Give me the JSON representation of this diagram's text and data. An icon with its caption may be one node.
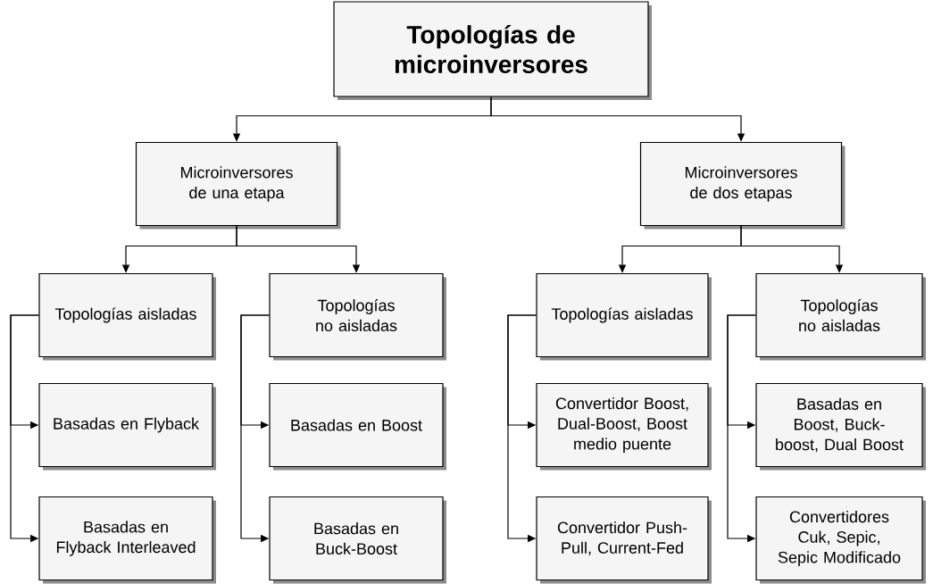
{
  "diagram": {
    "nodes": [
      {
        "text": [
          "Topologías de microinversores"
        ]
      },
      {
        "text": [
          "Microinversores de una etapa"
        ]
      },
      {
        "text": [
          "Microinversores de dos etapas"
        ]
      },
      {
        "text": [
          "Topologías aisladas"
        ]
      },
      {
        "text": [
          "Topologías no aisladas"
        ]
      },
      {
        "text": [
          "Basadas en Flyback"
        ]
      },
      {
        "text": [
          "Basadas en Flyback Interleaved"
        ]
      },
      {
        "text": [
          "Basadas en Boost"
        ]
      },
      {
        "text": [
          "Basadas en Buck-Boost"
        ]
      },
      {
        "text": [
          "Topologías aisladas"
        ]
      },
      {
        "text": [
          "Topologías no aisladas"
        ]
      },
      {
        "text": [
          "Convertidor Boost, Dual-Boost, Boost medio puente"
        ]
      },
      {
        "text": [
          "Convertidor Push-Pull, Current-Fed"
        ]
      },
      {
        "text": [
          "Basadas en Boost, Buck-boost, Dual Boost"
        ]
      },
      {
        "text": [
          "Convertidores Cuk, Sepic, Sepic Modificado"
        ]
      }
    ],
    "edges": [
      {
        "from": 0,
        "to": 1,
        "arrow": "to"
      },
      {
        "from": 0,
        "to": 2,
        "arrow": "to"
      },
      {
        "from": 1,
        "to": 3,
        "arrow": "to"
      },
      {
        "from": 1,
        "to": 4,
        "arrow": "to"
      },
      {
        "from": 2,
        "to": 9,
        "arrow": "to"
      },
      {
        "from": 2,
        "to": 10,
        "arrow": "to"
      },
      {
        "from": 3,
        "to": 5,
        "arrow": "to"
      },
      {
        "from": 3,
        "to": 6,
        "arrow": "to"
      },
      {
        "from": 4,
        "to": 7,
        "arrow": "to"
      },
      {
        "from": 4,
        "to": 8,
        "arrow": "to"
      },
      {
        "from": 9,
        "to": 11,
        "arrow": "to"
      },
      {
        "from": 9,
        "to": 12,
        "arrow": "to"
      },
      {
        "from": 10,
        "to": 13,
        "arrow": "to"
      },
      {
        "from": 10,
        "to": 14,
        "arrow": "to"
      }
    ]
  }
}
